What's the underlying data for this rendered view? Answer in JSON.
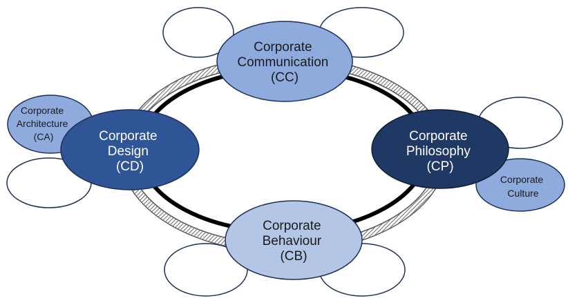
{
  "colors": {
    "light_blue": "#8fabde",
    "pale_blue": "#b3c6e6",
    "medium_blue": "#2f5597",
    "dark_navy": "#1f3864",
    "outline": "#1b2e55",
    "ring": "#000000",
    "hatched_ring": "#555555"
  },
  "nodes": {
    "cc": {
      "lines": [
        "Corporate",
        "Communication",
        "(CC)"
      ]
    },
    "cd": {
      "lines": [
        "Corporate",
        "Design",
        "(CD)"
      ]
    },
    "cp": {
      "lines": [
        "Corporate",
        "Philosophy",
        "(CP)"
      ]
    },
    "cb": {
      "lines": [
        "Corporate",
        "Behaviour",
        "(CB)"
      ]
    },
    "ca": {
      "lines": [
        "Corporate",
        "Architecture",
        "(CA)"
      ]
    },
    "culture": {
      "lines": [
        "Corporate",
        "Culture"
      ]
    }
  },
  "empty_satellites": 6
}
